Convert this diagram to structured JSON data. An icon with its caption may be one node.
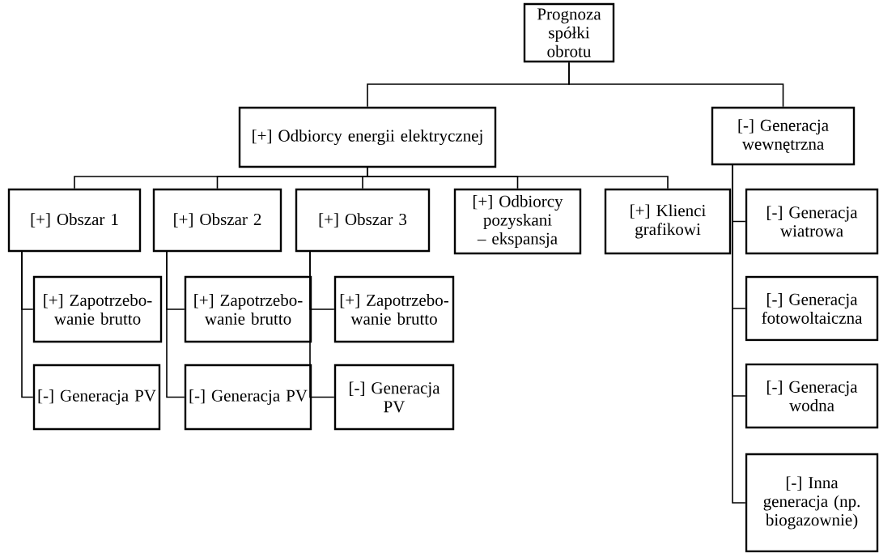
{
  "diagram": {
    "nodes": [
      {
        "text": [
          "Prognoza spółki obrotu"
        ]
      },
      {
        "text": [
          "[+] Odbiorcy energii elektrycznej"
        ]
      },
      {
        "text": [
          "[-] Generacja wewnętrzna"
        ]
      },
      {
        "text": [
          "[+] Obszar 1"
        ]
      },
      {
        "text": [
          "[+] Obszar 2"
        ]
      },
      {
        "text": [
          "[+] Obszar 3"
        ]
      },
      {
        "text": [
          "[+] Odbiorcy pozyskani – ekspansja"
        ]
      },
      {
        "text": [
          "[+] Klienci grafikowi"
        ]
      },
      {
        "text": [
          "[-] Generacja wiatrowa"
        ]
      },
      {
        "text": [
          "[+] Zapotrzebo- wanie brutto"
        ]
      },
      {
        "text": [
          "[-] Generacja PV"
        ]
      },
      {
        "text": [
          "[+] Zapotrzebo- wanie brutto"
        ]
      },
      {
        "text": [
          "[-] Generacja PV"
        ]
      },
      {
        "text": [
          "[+] Zapotrzebo- wanie brutto"
        ]
      },
      {
        "text": [
          "[-] Generacja PV"
        ]
      },
      {
        "text": [
          "[-] Generacja fotowoltaiczna"
        ]
      },
      {
        "text": [
          "[-] Generacja wodna"
        ]
      },
      {
        "text": [
          "[-] Inna generacja (np. biogazownie)"
        ]
      }
    ],
    "edges": [
      {
        "from": 0,
        "to": 1,
        "arrow": "none"
      },
      {
        "from": 0,
        "to": 2,
        "arrow": "none"
      },
      {
        "from": 1,
        "to": 3,
        "arrow": "none"
      },
      {
        "from": 1,
        "to": 4,
        "arrow": "none"
      },
      {
        "from": 1,
        "to": 5,
        "arrow": "none"
      },
      {
        "from": 1,
        "to": 6,
        "arrow": "none"
      },
      {
        "from": 1,
        "to": 7,
        "arrow": "none"
      },
      {
        "from": 2,
        "to": 8,
        "arrow": "none"
      },
      {
        "from": 3,
        "to": 9,
        "arrow": "none"
      },
      {
        "from": 3,
        "to": 10,
        "arrow": "none"
      },
      {
        "from": 4,
        "to": 11,
        "arrow": "none"
      },
      {
        "from": 4,
        "to": 12,
        "arrow": "none"
      },
      {
        "from": 5,
        "to": 13,
        "arrow": "none"
      },
      {
        "from": 5,
        "to": 14,
        "arrow": "none"
      },
      {
        "from": 2,
        "to": 15,
        "arrow": "none"
      },
      {
        "from": 2,
        "to": 16,
        "arrow": "none"
      },
      {
        "from": 2,
        "to": 17,
        "arrow": "none"
      }
    ]
  }
}
